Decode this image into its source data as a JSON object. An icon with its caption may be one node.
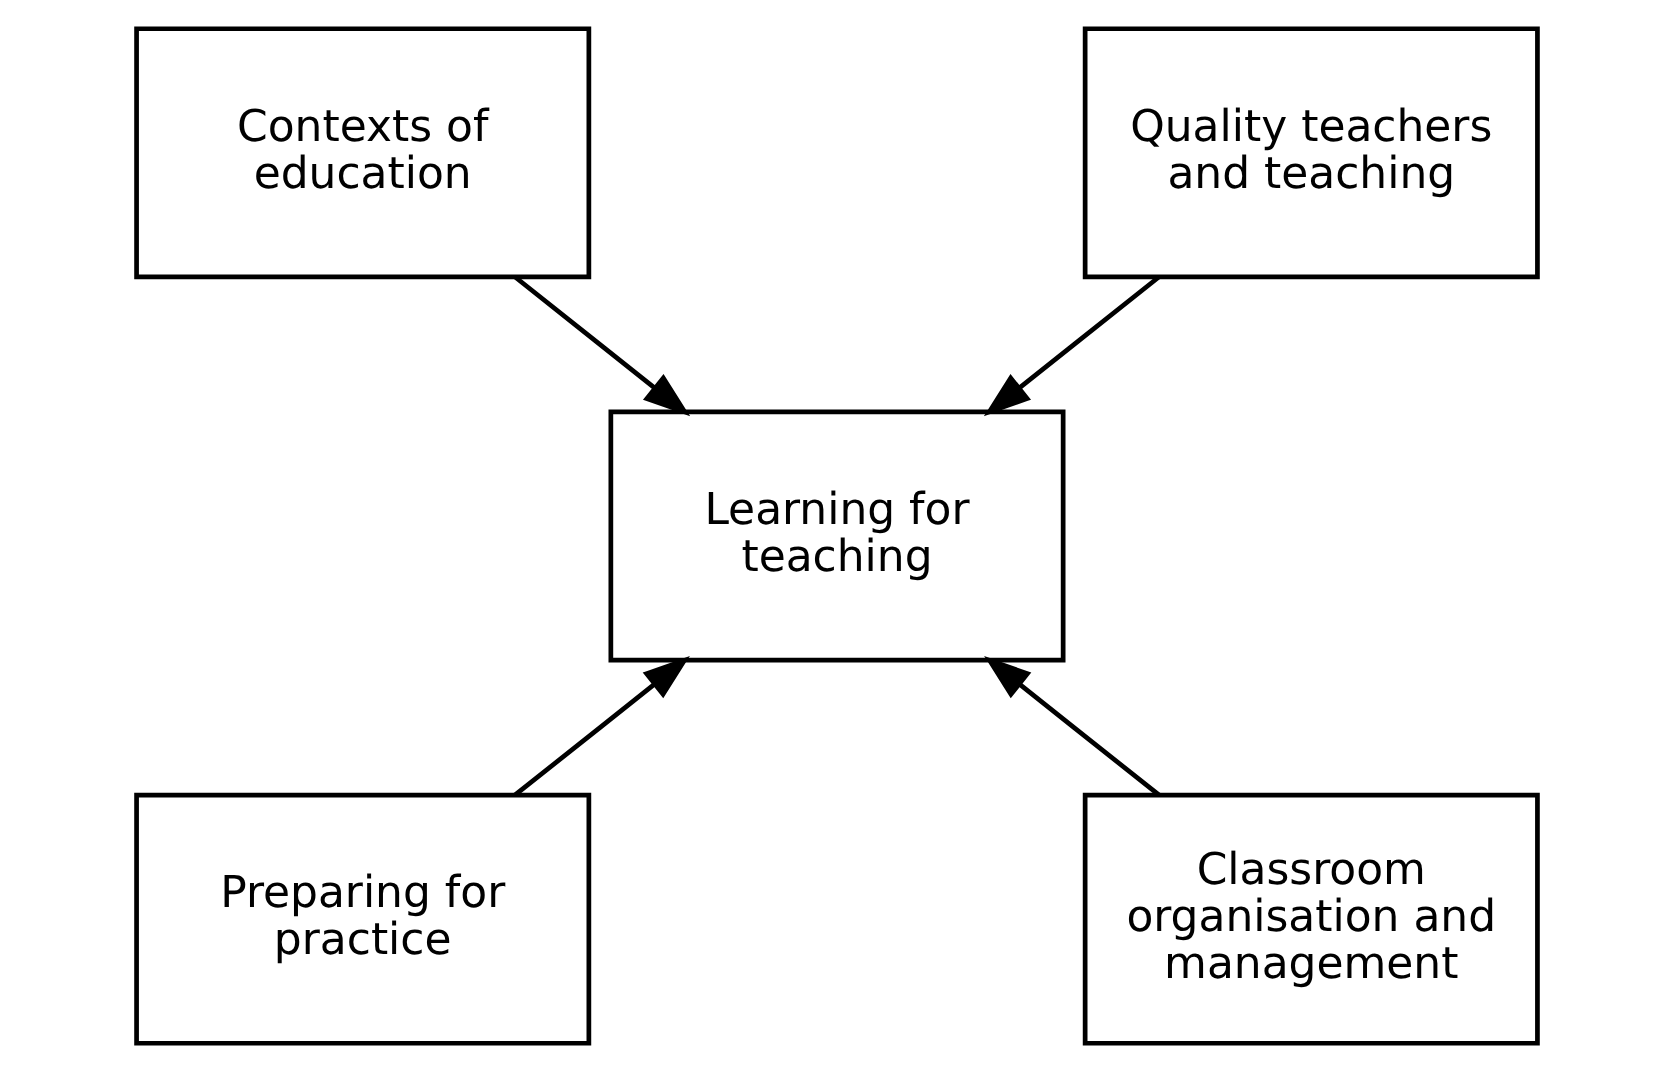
{
  "diagram": {
    "nodes": [
      {
        "text": [
          "Contexts of education"
        ]
      },
      {
        "text": [
          "Quality teachers and teaching"
        ]
      },
      {
        "text": [
          "Learning for teaching"
        ]
      },
      {
        "text": [
          "Preparing for practice"
        ]
      },
      {
        "text": [
          "Classroom organisation and management"
        ]
      }
    ],
    "edges": [
      {
        "from": 0,
        "to": 2,
        "arrow": "to"
      },
      {
        "from": 1,
        "to": 2,
        "arrow": "to"
      },
      {
        "from": 3,
        "to": 2,
        "arrow": "to"
      },
      {
        "from": 4,
        "to": 2,
        "arrow": "to"
      }
    ]
  }
}
